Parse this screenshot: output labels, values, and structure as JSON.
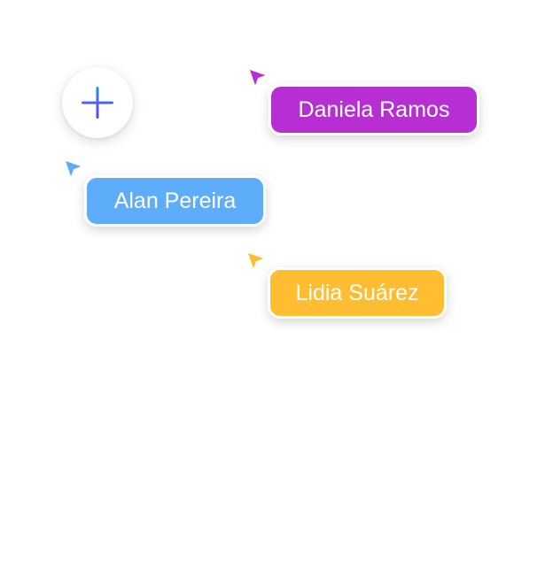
{
  "add_button": {
    "icon": "plus-icon",
    "gradient_top": "#2f8cf0",
    "gradient_bottom": "#6d3fd6"
  },
  "collaborators": [
    {
      "name": "Daniela Ramos",
      "color": "#b72fd3",
      "icon": "pointer-cursor-icon"
    },
    {
      "name": "Alan Pereira",
      "color": "#5dadfb",
      "icon": "pointer-cursor-icon"
    },
    {
      "name": "Lidia Suárez",
      "color": "#ffbd31",
      "icon": "pointer-cursor-icon"
    }
  ]
}
